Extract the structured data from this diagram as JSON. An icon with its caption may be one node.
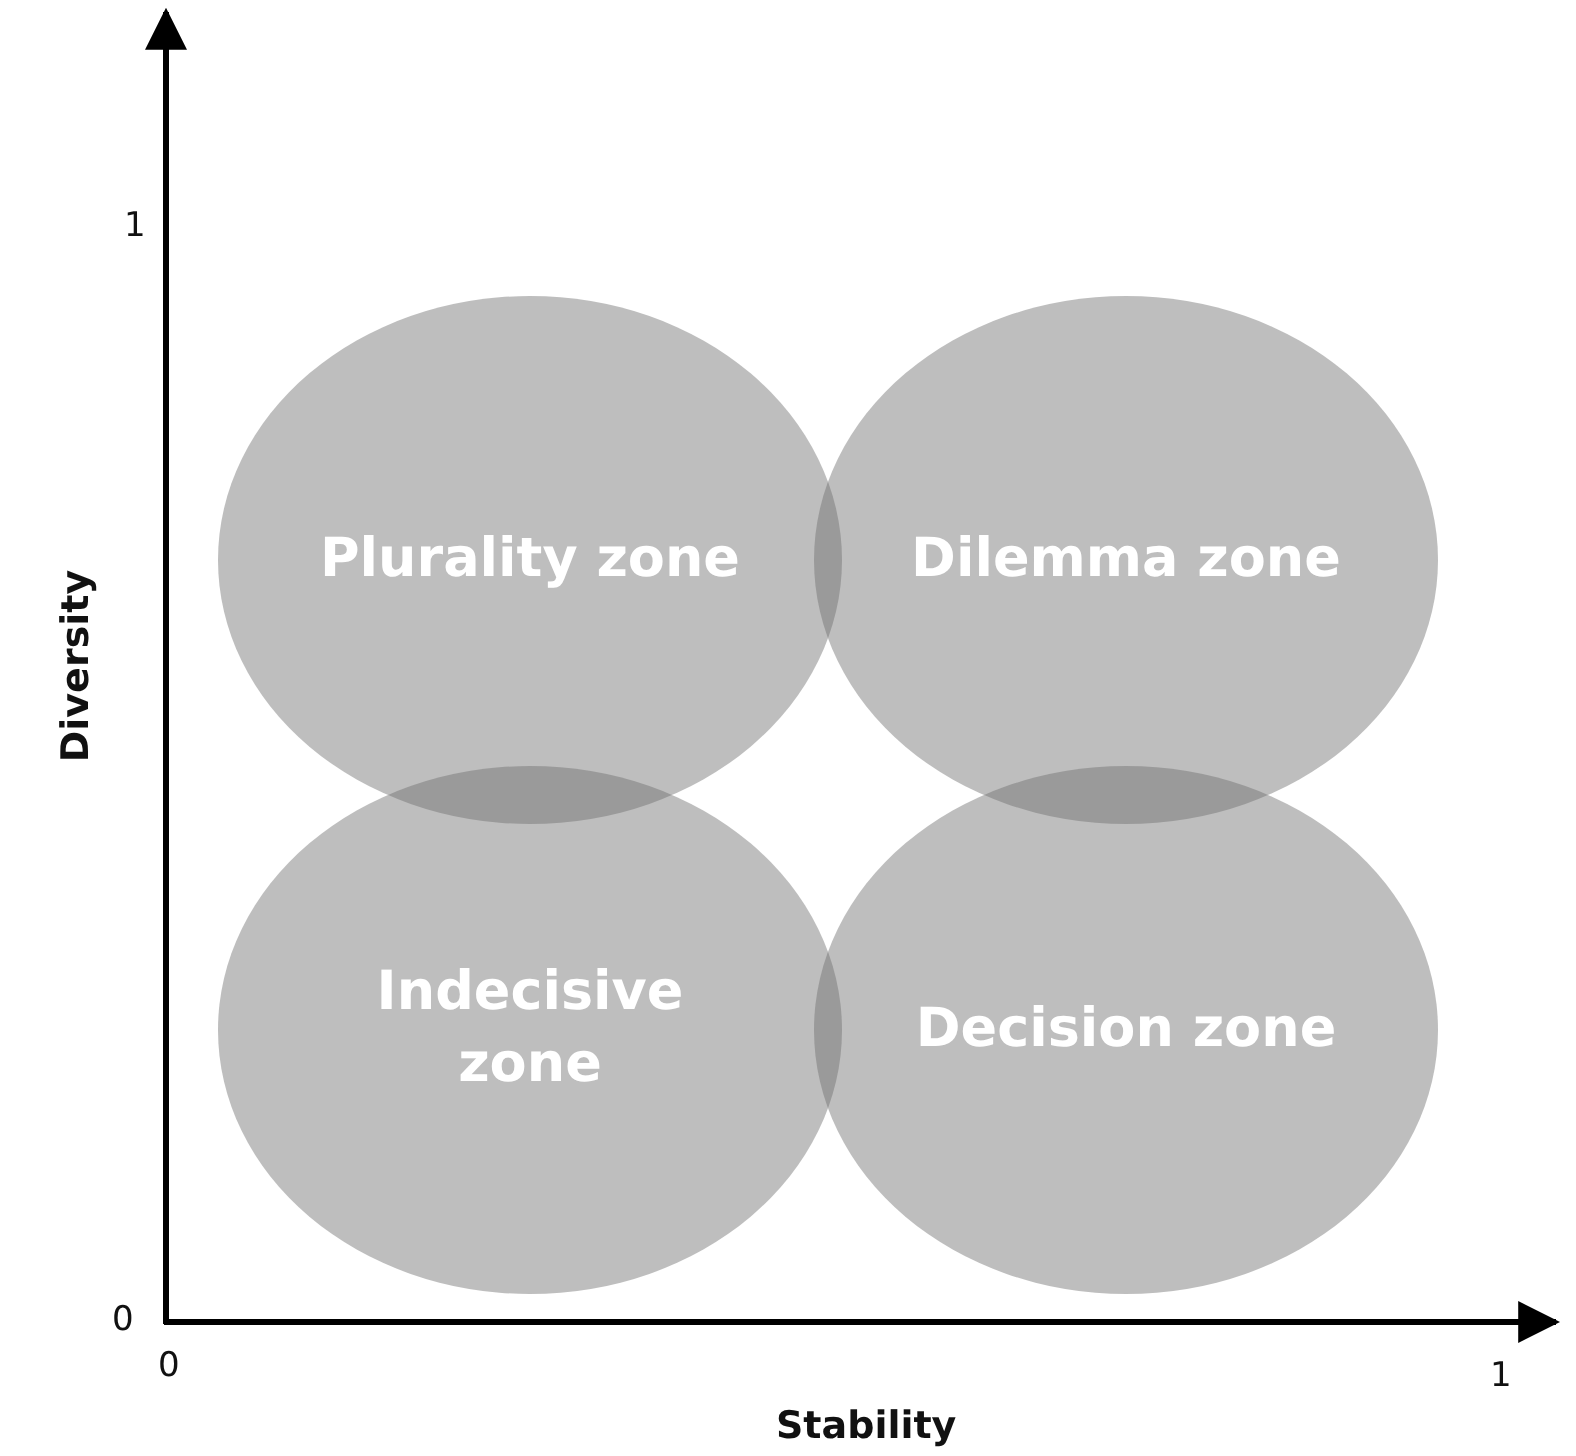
{
  "diagram": {
    "nodes": [
      {
        "text": [
          "Plurality zone"
        ]
      },
      {
        "text": [
          "Dilemma zone"
        ]
      },
      {
        "text": [
          "Indecisive zone"
        ]
      },
      {
        "text": [
          "Decision zone"
        ]
      }
    ],
    "edges": [],
    "labels": [
      "1",
      "Diversity",
      "0",
      "0",
      "1",
      "Stability"
    ]
  }
}
